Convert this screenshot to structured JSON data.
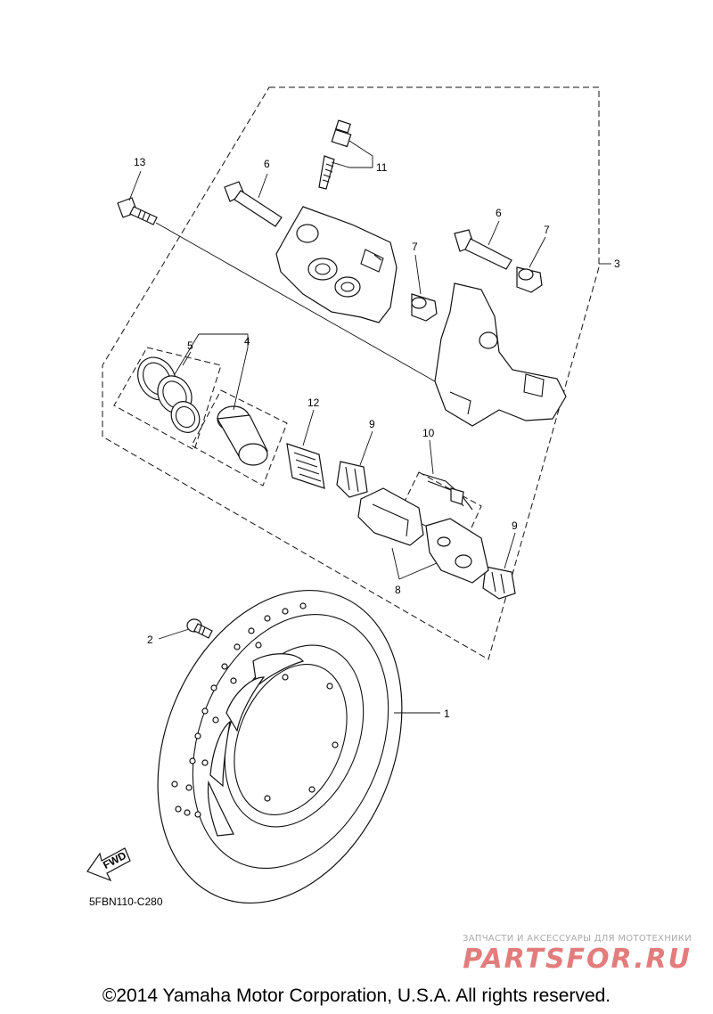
{
  "callouts": {
    "p1": "1",
    "p2": "2",
    "p3": "3",
    "p4": "4",
    "p5": "5",
    "p6a": "6",
    "p6b": "6",
    "p7a": "7",
    "p7b": "7",
    "p8": "8",
    "p9a": "9",
    "p9b": "9",
    "p10": "10",
    "p11": "11",
    "p12": "12",
    "p13": "13"
  },
  "fwd_label": "FWD",
  "diagram_code": "5FBN110-C280",
  "watermark": {
    "tagline": "ЗАПЧАСТИ И АКСЕССУАРЫ ДЛЯ МОТОТЕХНИКИ",
    "logo_text": "PARTSFOR.RU"
  },
  "copyright": "©2014 Yamaha Motor Corporation, U.S.A. All rights reserved."
}
